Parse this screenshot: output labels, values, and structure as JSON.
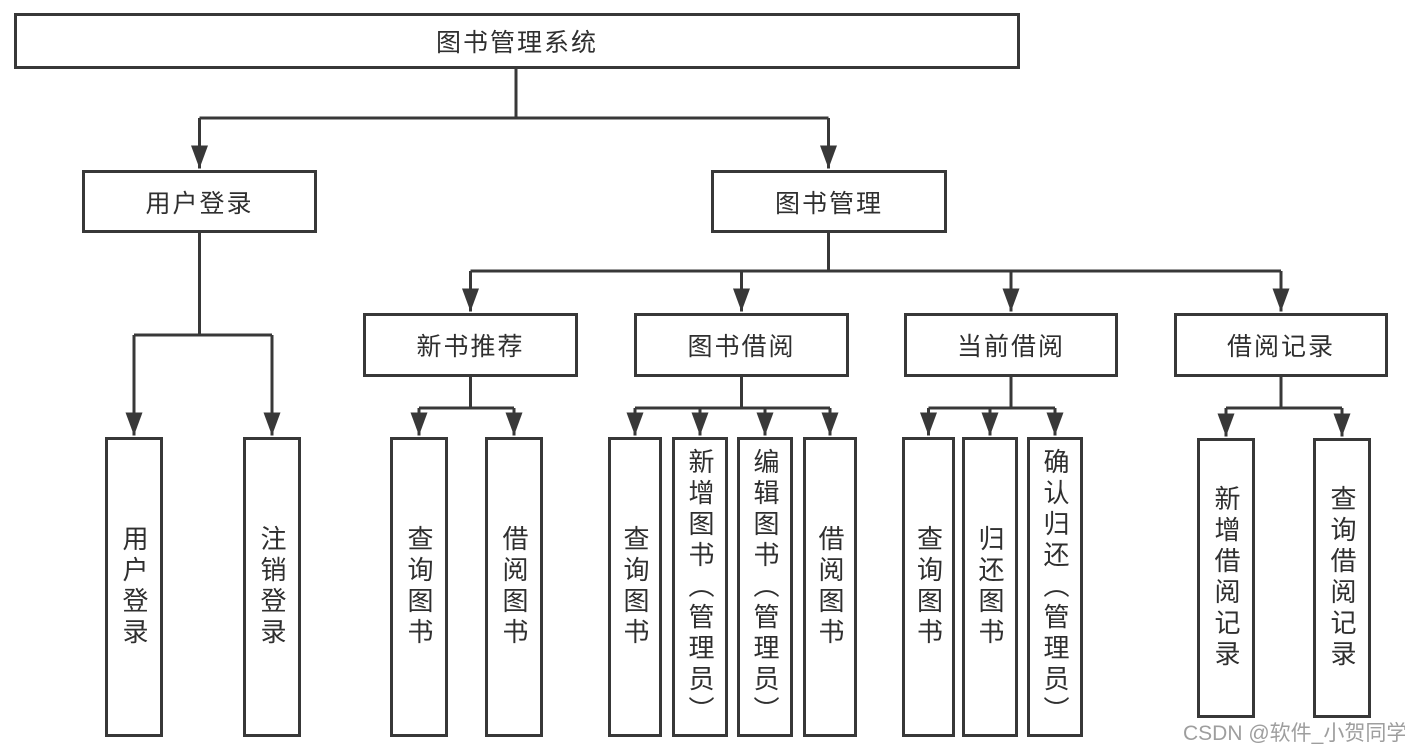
{
  "tree": {
    "label": "图书管理系统",
    "children": [
      {
        "label": "用户登录",
        "children": [
          {
            "label": "用户登录"
          },
          {
            "label": "注销登录"
          }
        ]
      },
      {
        "label": "图书管理",
        "children": [
          {
            "label": "新书推荐",
            "children": [
              {
                "label": "查询图书"
              },
              {
                "label": "借阅图书"
              }
            ]
          },
          {
            "label": "图书借阅",
            "children": [
              {
                "label": "查询图书"
              },
              {
                "label": "新增图书（管理员）"
              },
              {
                "label": "编辑图书（管理员）"
              },
              {
                "label": "借阅图书"
              }
            ]
          },
          {
            "label": "当前借阅",
            "children": [
              {
                "label": "查询图书"
              },
              {
                "label": "归还图书"
              },
              {
                "label": "确认归还（管理员）"
              }
            ]
          },
          {
            "label": "借阅记录",
            "children": [
              {
                "label": "新增借阅记录"
              },
              {
                "label": "查询借阅记录"
              }
            ]
          }
        ]
      }
    ]
  },
  "watermark": "CSDN @软件_小贺同学",
  "colors": {
    "line": "#383838",
    "text": "#2f2f2f",
    "watermark": "#9e9e9e",
    "bg": "#ffffff"
  }
}
